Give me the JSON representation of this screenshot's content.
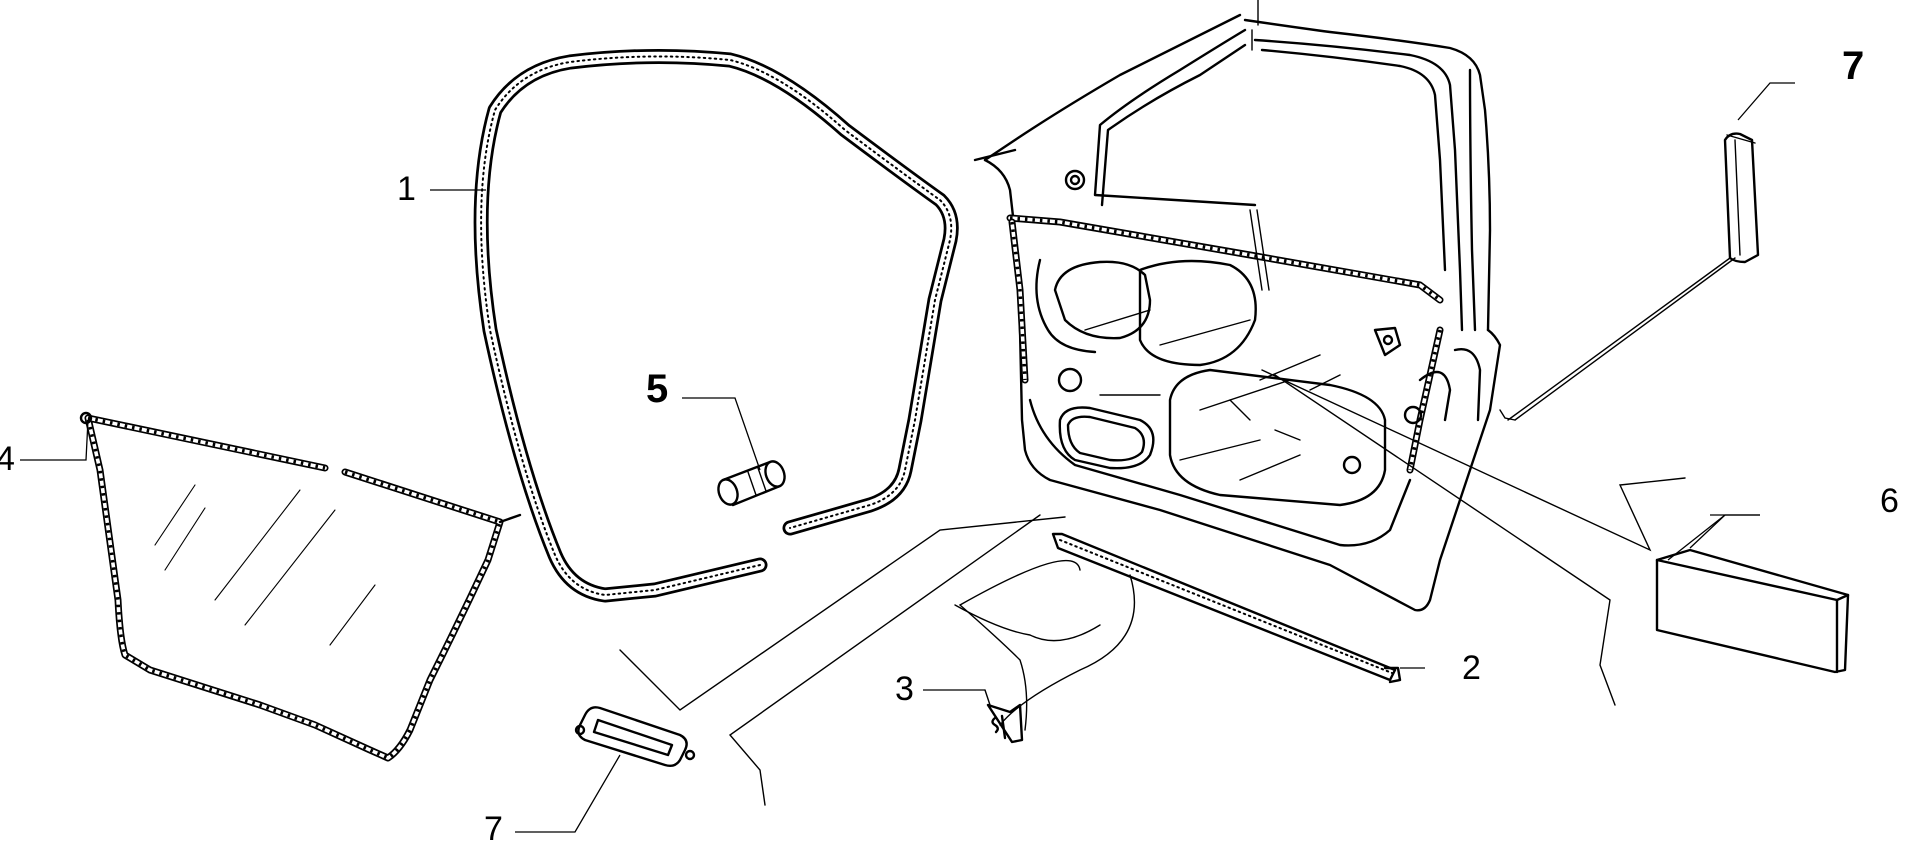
{
  "diagram": {
    "callouts": [
      {
        "id": "1",
        "label": "1"
      },
      {
        "id": "2",
        "label": "2"
      },
      {
        "id": "3",
        "label": "3"
      },
      {
        "id": "4",
        "label": "4"
      },
      {
        "id": "5",
        "label": "5"
      },
      {
        "id": "6",
        "label": "6"
      },
      {
        "id": "7a",
        "label": "7"
      },
      {
        "id": "7b",
        "label": "7"
      }
    ],
    "parts": [
      {
        "id": "1",
        "name": "door-frame-weatherstrip"
      },
      {
        "id": "2",
        "name": "lower-sill-seal-strip"
      },
      {
        "id": "3",
        "name": "retaining-clip"
      },
      {
        "id": "4",
        "name": "door-window-glass"
      },
      {
        "id": "5",
        "name": "plug-grommet"
      },
      {
        "id": "6",
        "name": "foam-pad"
      },
      {
        "id": "7",
        "name": "seal-insert"
      }
    ]
  }
}
